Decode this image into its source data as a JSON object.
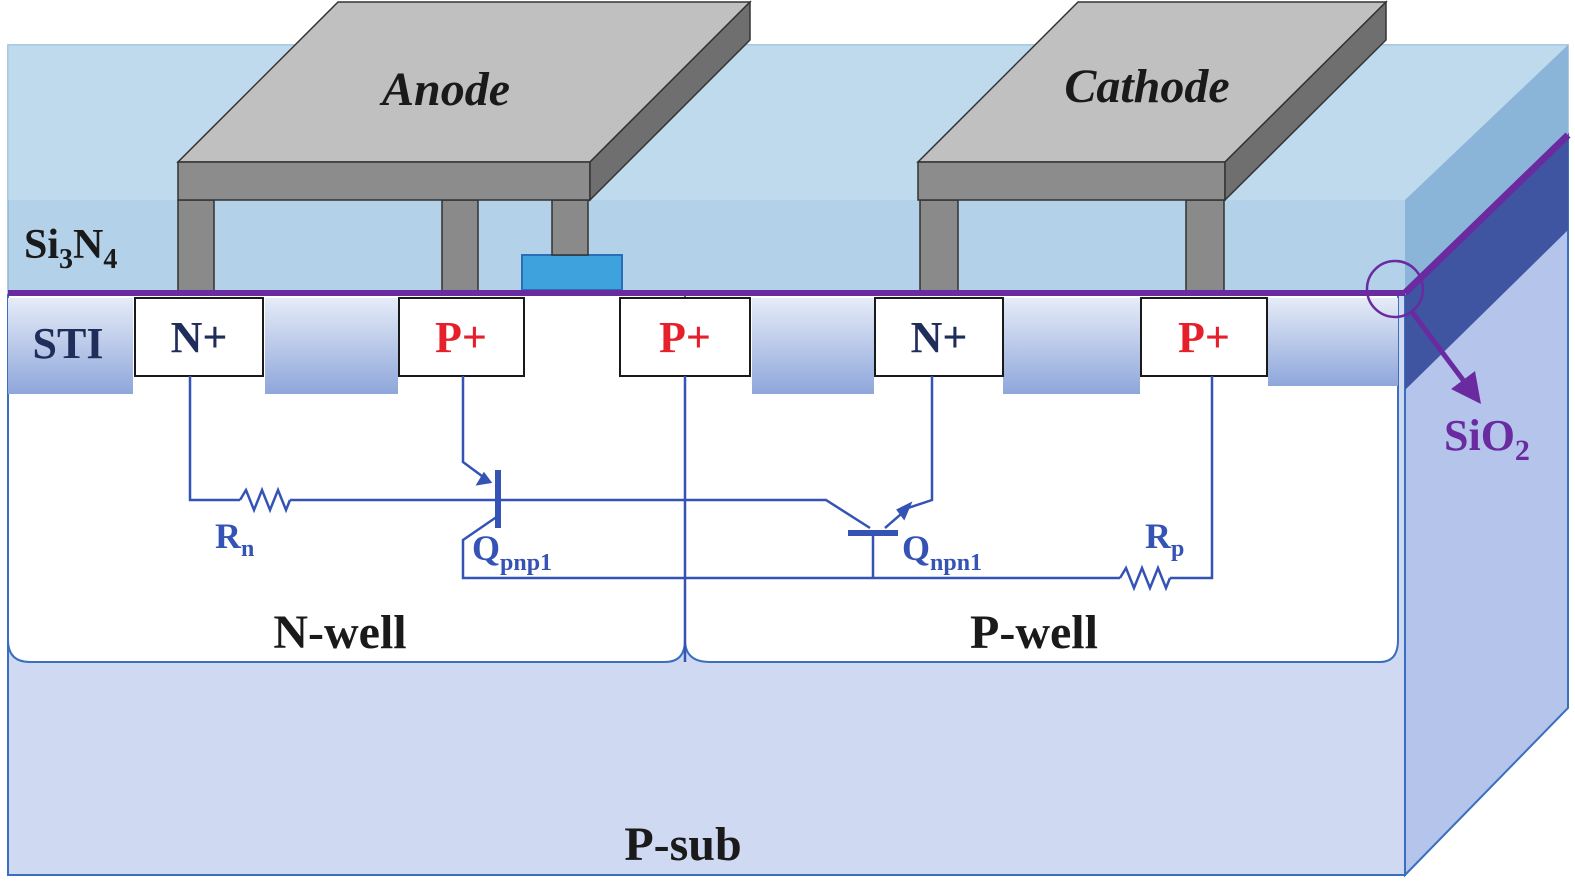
{
  "electrodes": {
    "anode": "Anode",
    "cathode": "Cathode"
  },
  "layers": {
    "passivation": {
      "main": "Si",
      "sub1": "3",
      "mid": "N",
      "sub2": "4"
    },
    "isolation": "STI",
    "oxide": {
      "main": "SiO",
      "sub": "2"
    },
    "substrate": "P-sub",
    "nwell": "N-well",
    "pwell": "P-well"
  },
  "diffusions": [
    {
      "text": "N+",
      "type": "n"
    },
    {
      "text": "P+",
      "type": "p"
    },
    {
      "text": "P+",
      "type": "p"
    },
    {
      "text": "N+",
      "type": "n"
    },
    {
      "text": "P+",
      "type": "p"
    }
  ],
  "circuit": {
    "rn": {
      "main": "R",
      "sub": "n"
    },
    "rp": {
      "main": "R",
      "sub": "p"
    },
    "qpnp": {
      "main": "Q",
      "sub": "pnp1"
    },
    "qnpn": {
      "main": "Q",
      "sub": "npn1"
    }
  },
  "colors": {
    "n_text": "#1f2d5a",
    "p_text": "#e5202a",
    "circuit": "#3553b5",
    "oxide": "#6a2aa0",
    "metal_top": "#c0c0c0",
    "metal_side": "#7a7a7a"
  }
}
